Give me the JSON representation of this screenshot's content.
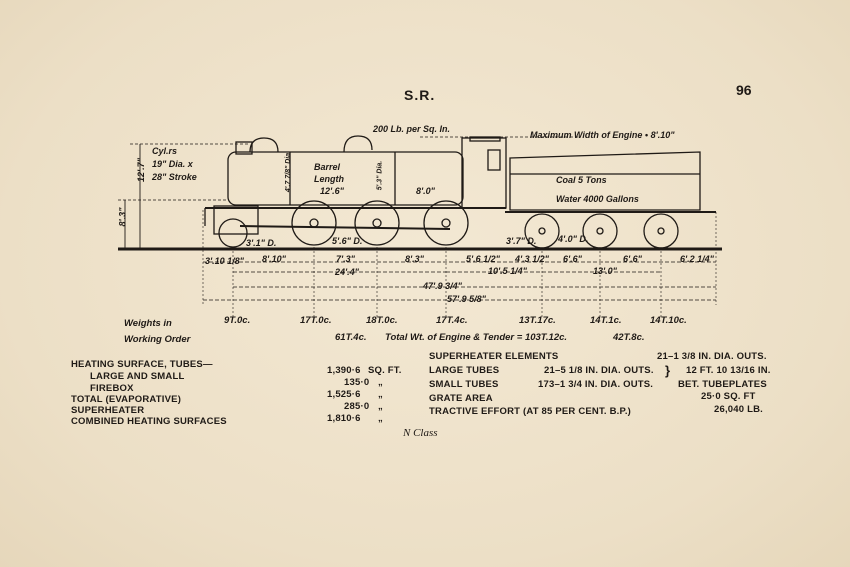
{
  "header": {
    "title": "S.R.",
    "page_number": "96"
  },
  "diagram": {
    "pressure": "200 Lb. per Sq. In.",
    "max_width": "Maximum Width of Engine • 8'.10\"",
    "cylinders": [
      "Cyl.rs",
      "19\" Dia. x",
      "28\" Stroke"
    ],
    "barrel": [
      "Barrel",
      "Length",
      "12'.6\""
    ],
    "firebox_len": "8'.0\"",
    "coal": "Coal 5 Tons",
    "water": "Water 4000 Gallons",
    "heights": [
      "12'.7\"",
      "8'.3\""
    ],
    "dia_labels": [
      "4'.7 7/8\" Dia.",
      "5'.3\" Dia."
    ],
    "wheel_dims": [
      "3'.1\" D.",
      "5'.6\" D.",
      "3'.7\" D.",
      "4'.0\" D."
    ],
    "dimensions_row1": [
      "3'.10 1/8\"",
      "8'.10\"",
      "7'.3\"",
      "8'.3\"",
      "5'.6 1/2\"",
      "4'.3 1/2\"",
      "6'.6\"",
      "6'.6\"",
      "6'.2 1/4\""
    ],
    "dimensions_row2": [
      "24'.4\"",
      "10'.5 1/4\"",
      "13'.0\""
    ],
    "dimensions_row3": "47'.9 3/4\"",
    "dimensions_row4": "57'.9 5/8\""
  },
  "weights": {
    "label_line1": "Weights in",
    "label_line2": "Working Order",
    "axles": [
      "9T.0c.",
      "17T.0c.",
      "18T.0c.",
      "17T.4c.",
      "13T.17c.",
      "14T.1c.",
      "14T.10c."
    ],
    "engine_total": "61T.4c.",
    "grand_total": "Total Wt. of Engine & Tender = 103T.12c.",
    "tender_total": "42T.8c."
  },
  "specs_left": [
    {
      "label": "HEATING SURFACE, TUBES—",
      "value": "",
      "unit": ""
    },
    {
      "label": "LARGE AND SMALL",
      "value": "1,390·6",
      "unit": "SQ. FT."
    },
    {
      "label": "FIREBOX",
      "value": "135·0",
      "unit": "„"
    },
    {
      "label": "TOTAL (EVAPORATIVE)",
      "value": "1,525·6",
      "unit": "„"
    },
    {
      "label": "SUPERHEATER",
      "value": "285·0",
      "unit": "„"
    },
    {
      "label": "COMBINED HEATING SURFACES",
      "value": "1,810·6",
      "unit": "„"
    }
  ],
  "specs_right": [
    {
      "label": "SUPERHEATER ELEMENTS",
      "value": "21–1 3/8 IN. DIA. OUTS."
    },
    {
      "label": "LARGE TUBES",
      "value": "21–5 1/8 IN. DIA. OUTS."
    },
    {
      "label": "SMALL TUBES",
      "value": "173–1 3/4 IN. DIA. OUTS."
    },
    {
      "label": "GRATE AREA",
      "value": "25·0 SQ. FT"
    },
    {
      "label": "TRACTIVE EFFORT (AT 85 PER CENT. B.P.)",
      "value": "26,040 LB."
    }
  ],
  "tube_length": [
    "12 FT. 10 13/16 IN.",
    "BET. TUBEPLATES"
  ],
  "caption": "N Class"
}
